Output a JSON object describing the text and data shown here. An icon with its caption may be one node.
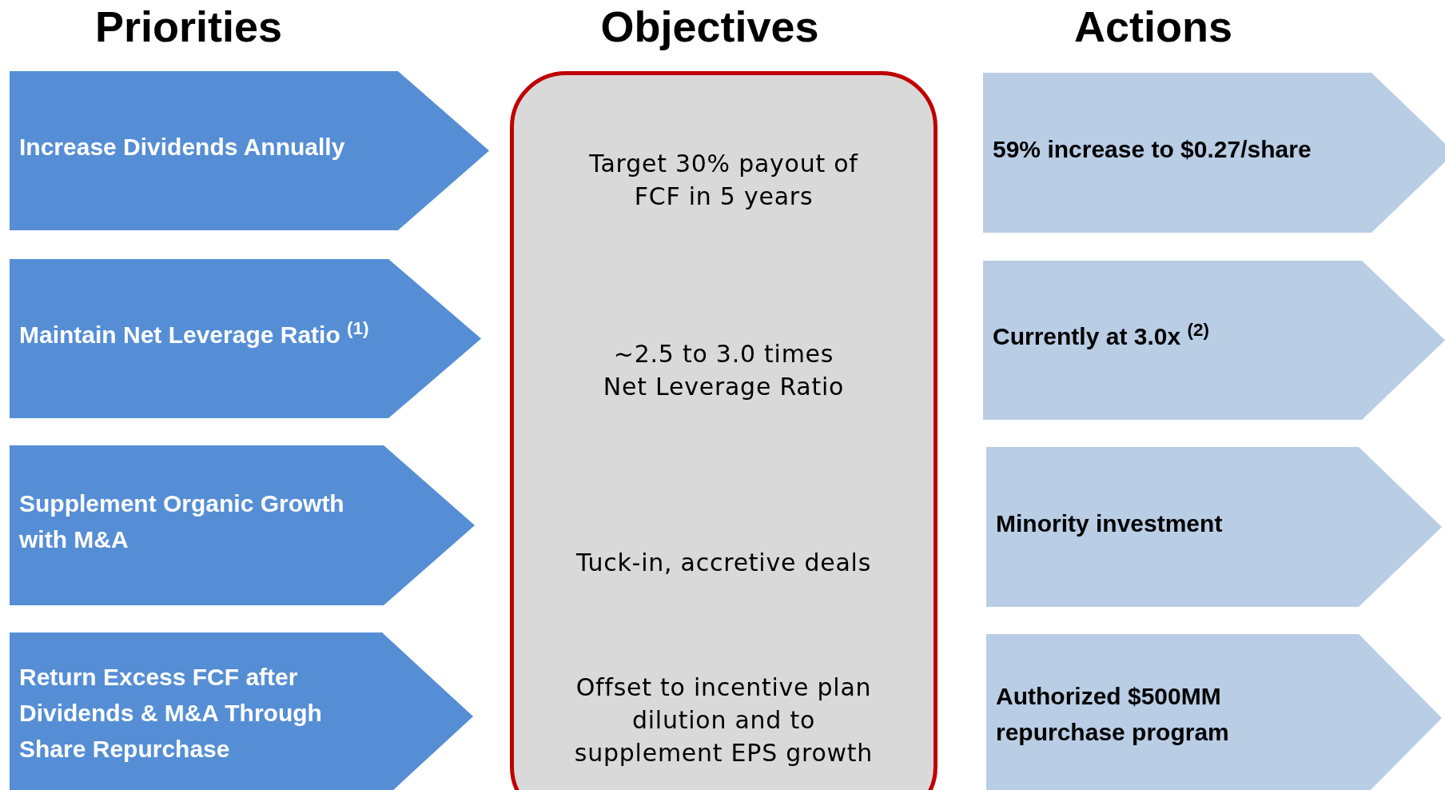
{
  "diagram": {
    "nodes": [
      {
        "text": [
          "Increase Dividends Annually"
        ]
      },
      {
        "text": [
          "Maintain Net Leverage Ratio $^{(1)}$"
        ]
      },
      {
        "text": [
          "Supplement Organic Growth with M&A"
        ]
      },
      {
        "text": [
          "Return Excess FCF after Dividends & M&A Through Share Repurchase"
        ]
      },
      {
        "text": [
          "Target 30% payout of FCF in 5 years",
          "~2.5 to 3.0 times Net Leverage Ratio",
          "Tuck-in, accretive deals",
          "Offset to incentive plan dilution and to supplement EPS growth"
        ]
      },
      {
        "text": [
          "59% increase to $0.27/share"
        ]
      },
      {
        "text": [
          "Currently at 3.0x $^{(2)}$"
        ]
      },
      {
        "text": [
          "Minority investment"
        ]
      },
      {
        "text": [
          "Authorized $500MM repurchase program"
        ]
      }
    ],
    "labels": [
      "Priorities",
      "Objectives",
      "Actions"
    ]
  }
}
